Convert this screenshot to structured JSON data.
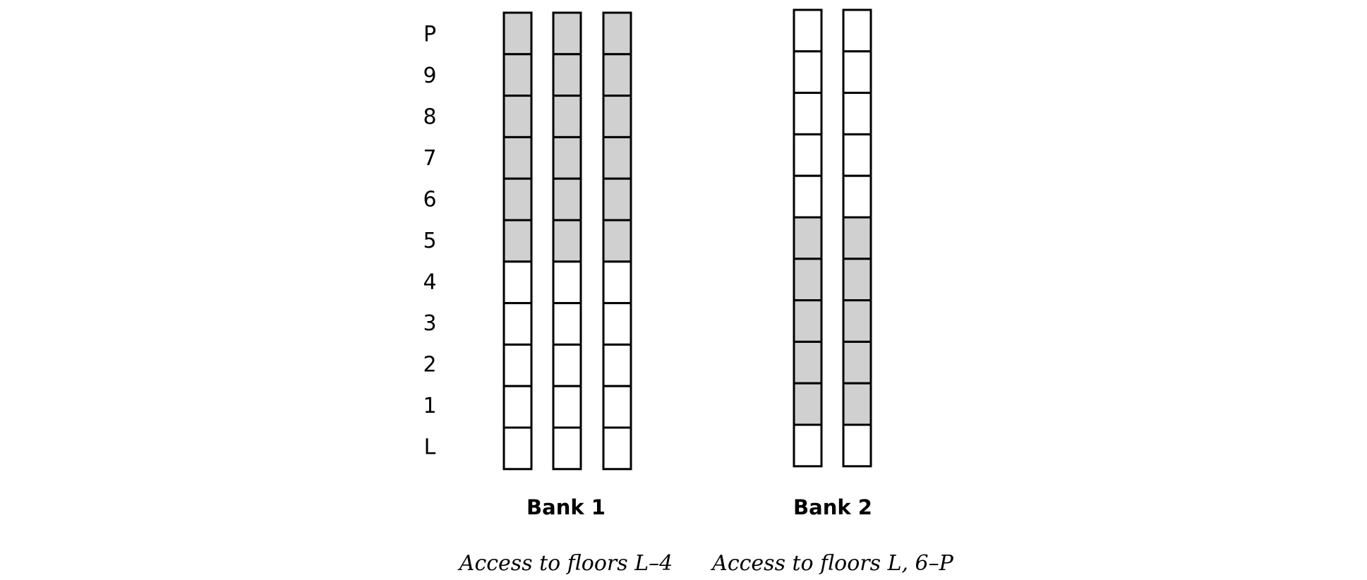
{
  "floors": [
    "P",
    "9",
    "8",
    "7",
    "6",
    "5",
    "4",
    "3",
    "2",
    "1",
    "L"
  ],
  "colors": {
    "shaded": "#d0d0d0",
    "unshaded": "#ffffff",
    "stroke": "#000000"
  },
  "banks": [
    {
      "title": "Bank 1",
      "caption": "Access to floors L–4",
      "shaft_count": 3,
      "shaded_floors": [
        "P",
        "9",
        "8",
        "7",
        "6",
        "5"
      ]
    },
    {
      "title": "Bank 2",
      "caption": "Access to floors L, 6–P",
      "shaft_count": 2,
      "shaded_floors": [
        "5",
        "4",
        "3",
        "2",
        "1"
      ]
    }
  ]
}
